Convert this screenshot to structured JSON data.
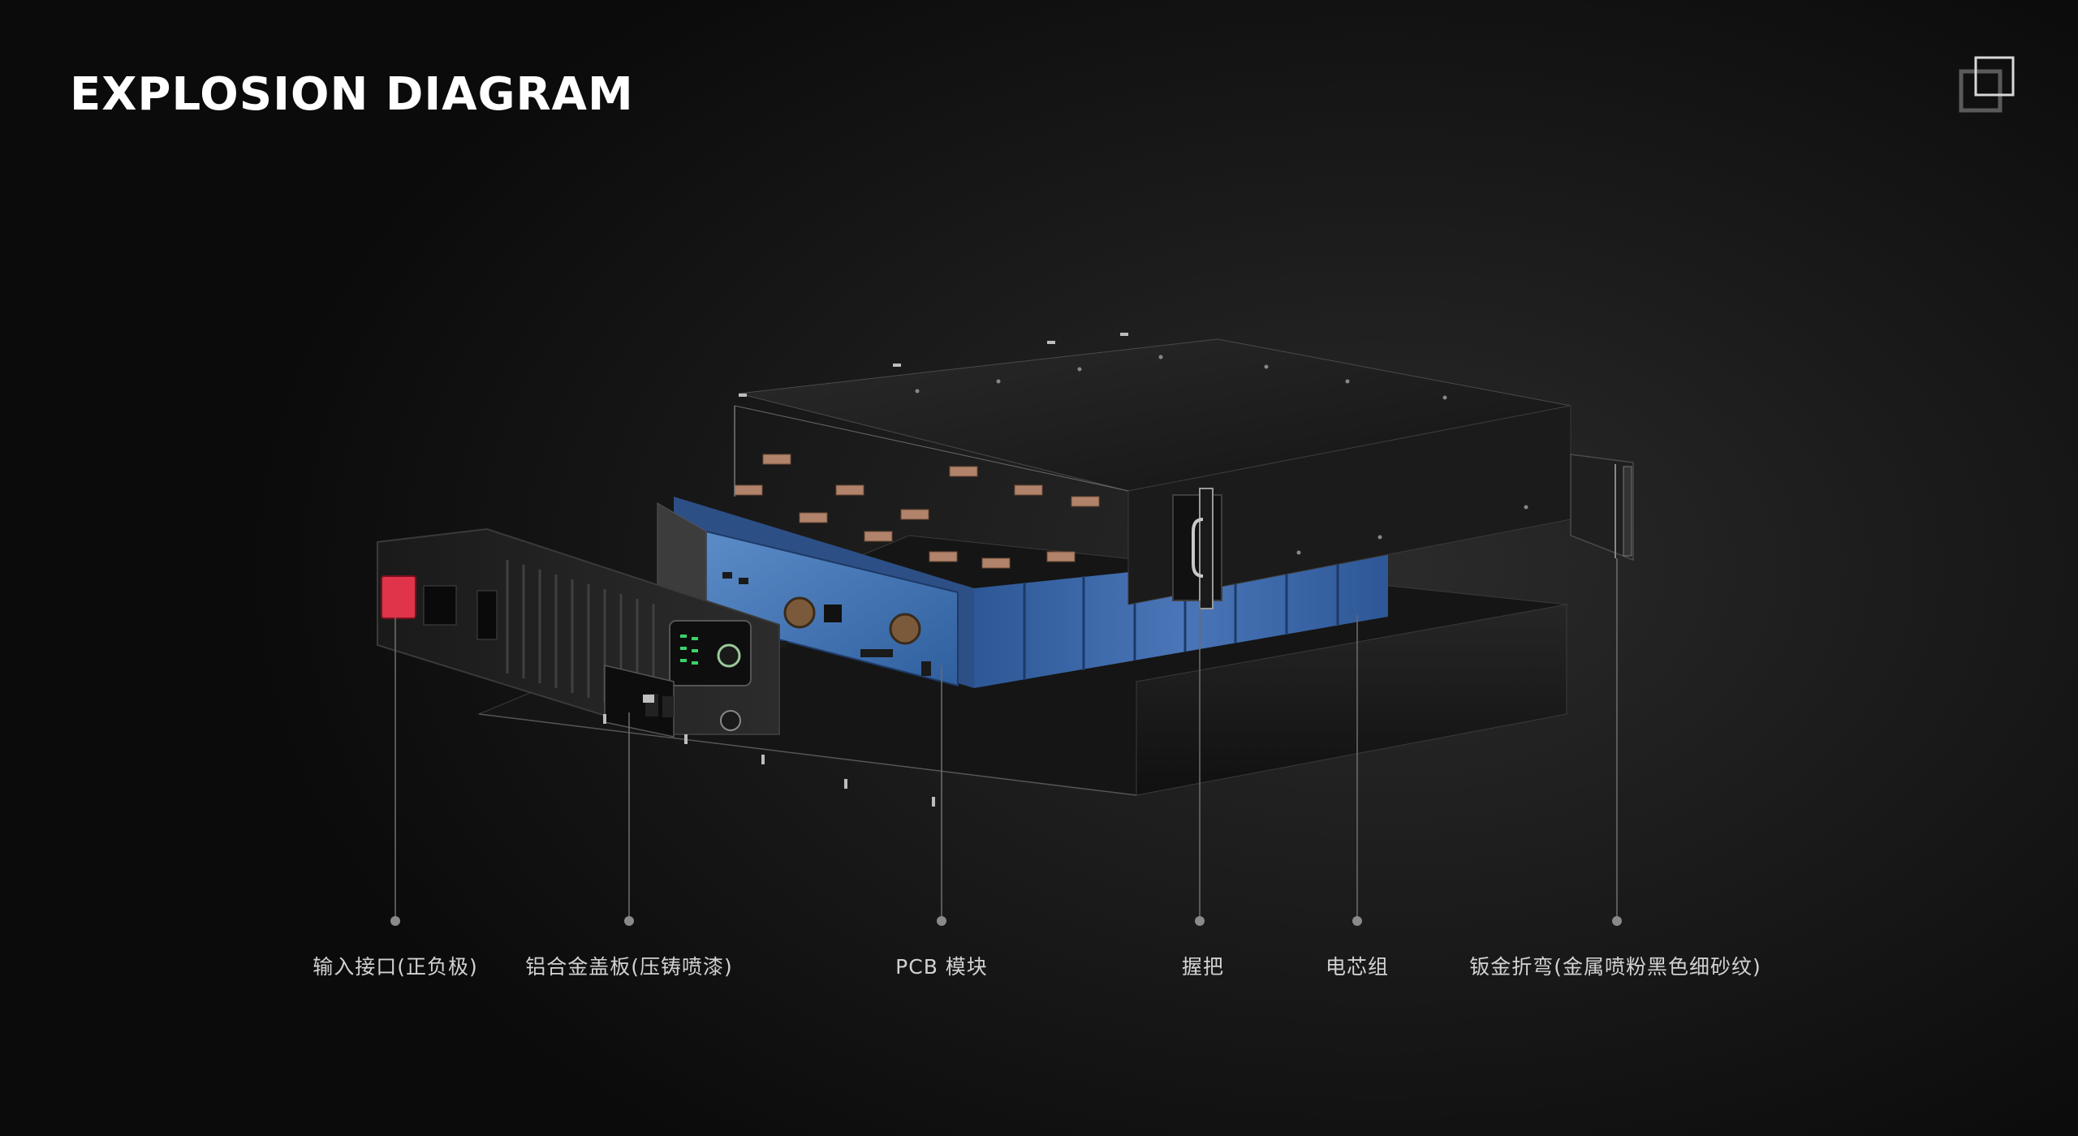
{
  "page": {
    "title": "EXPLOSION DIAGRAM"
  },
  "icons": {
    "corner": "layered-squares-icon"
  },
  "colors": {
    "background": "#0b0b0b",
    "title": "#ffffff",
    "label": "#d2d2d2",
    "callout_line": "#6a6a6a",
    "battery_cell_blue": "#3a66a8",
    "pcb_blue": "#4a7ab8",
    "connector_red": "#e0344a",
    "copper_busbar": "#b88a6a"
  },
  "callouts": [
    {
      "label": "输入接口(正负极)"
    },
    {
      "label": "铝合金盖板(压铸喷漆)"
    },
    {
      "label": "PCB 模块"
    },
    {
      "label": "握把"
    },
    {
      "label": "电芯组"
    },
    {
      "label": "钣金折弯(金属喷粉黑色细砂纹)"
    }
  ]
}
